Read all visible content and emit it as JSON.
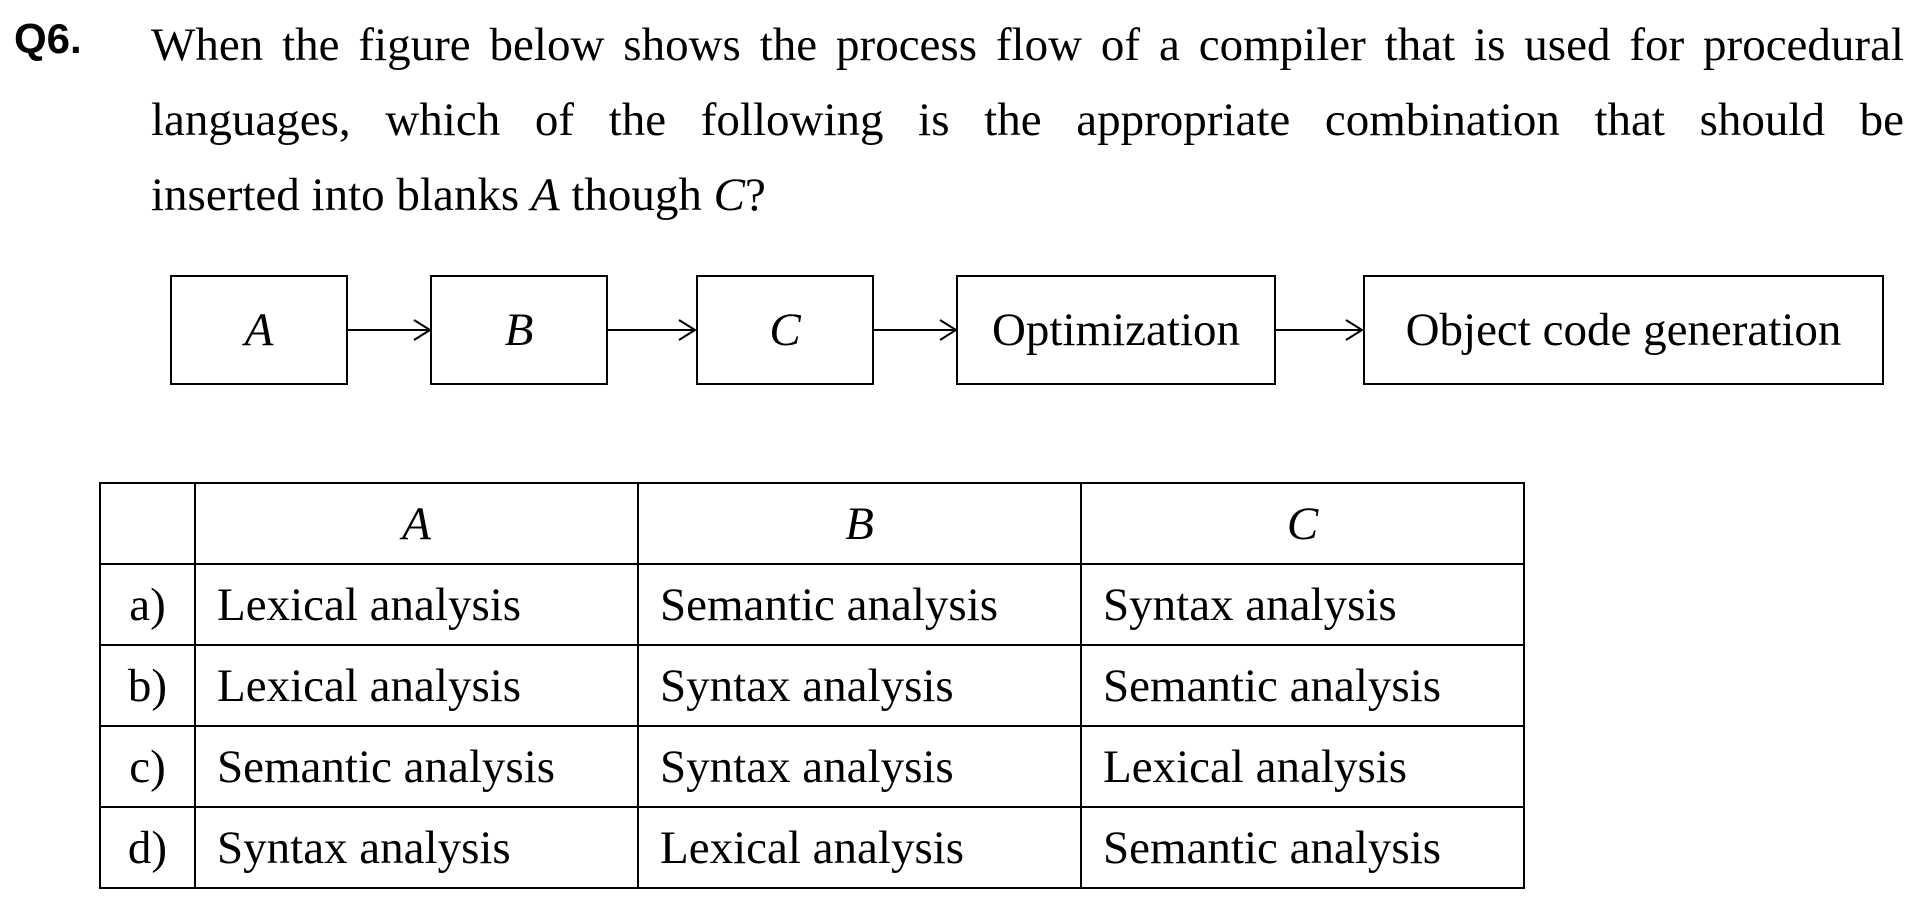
{
  "question": {
    "number": "Q6.",
    "line1": "When the figure below shows the process flow of a compiler that is used for procedural",
    "line2": "languages, which of the following is the appropriate combination that should be",
    "line3_part1": "inserted into blanks ",
    "line3_var_a": "A",
    "line3_part2": " though ",
    "line3_var_c": "C",
    "line3_part3": "?"
  },
  "flow": {
    "boxes": [
      {
        "label": "A"
      },
      {
        "label": "B"
      },
      {
        "label": "C"
      },
      {
        "label": "Optimization"
      },
      {
        "label": "Object code generation"
      }
    ]
  },
  "table": {
    "headers": [
      "",
      "A",
      "B",
      "C"
    ],
    "rows": [
      {
        "option": "a)",
        "a": "Lexical analysis",
        "b": "Semantic analysis",
        "c": "Syntax analysis"
      },
      {
        "option": "b)",
        "a": "Lexical analysis",
        "b": "Syntax analysis",
        "c": "Semantic analysis"
      },
      {
        "option": "c)",
        "a": "Semantic analysis",
        "b": "Syntax analysis",
        "c": "Lexical analysis"
      },
      {
        "option": "d)",
        "a": "Syntax analysis",
        "b": "Lexical analysis",
        "c": "Semantic analysis"
      }
    ]
  }
}
